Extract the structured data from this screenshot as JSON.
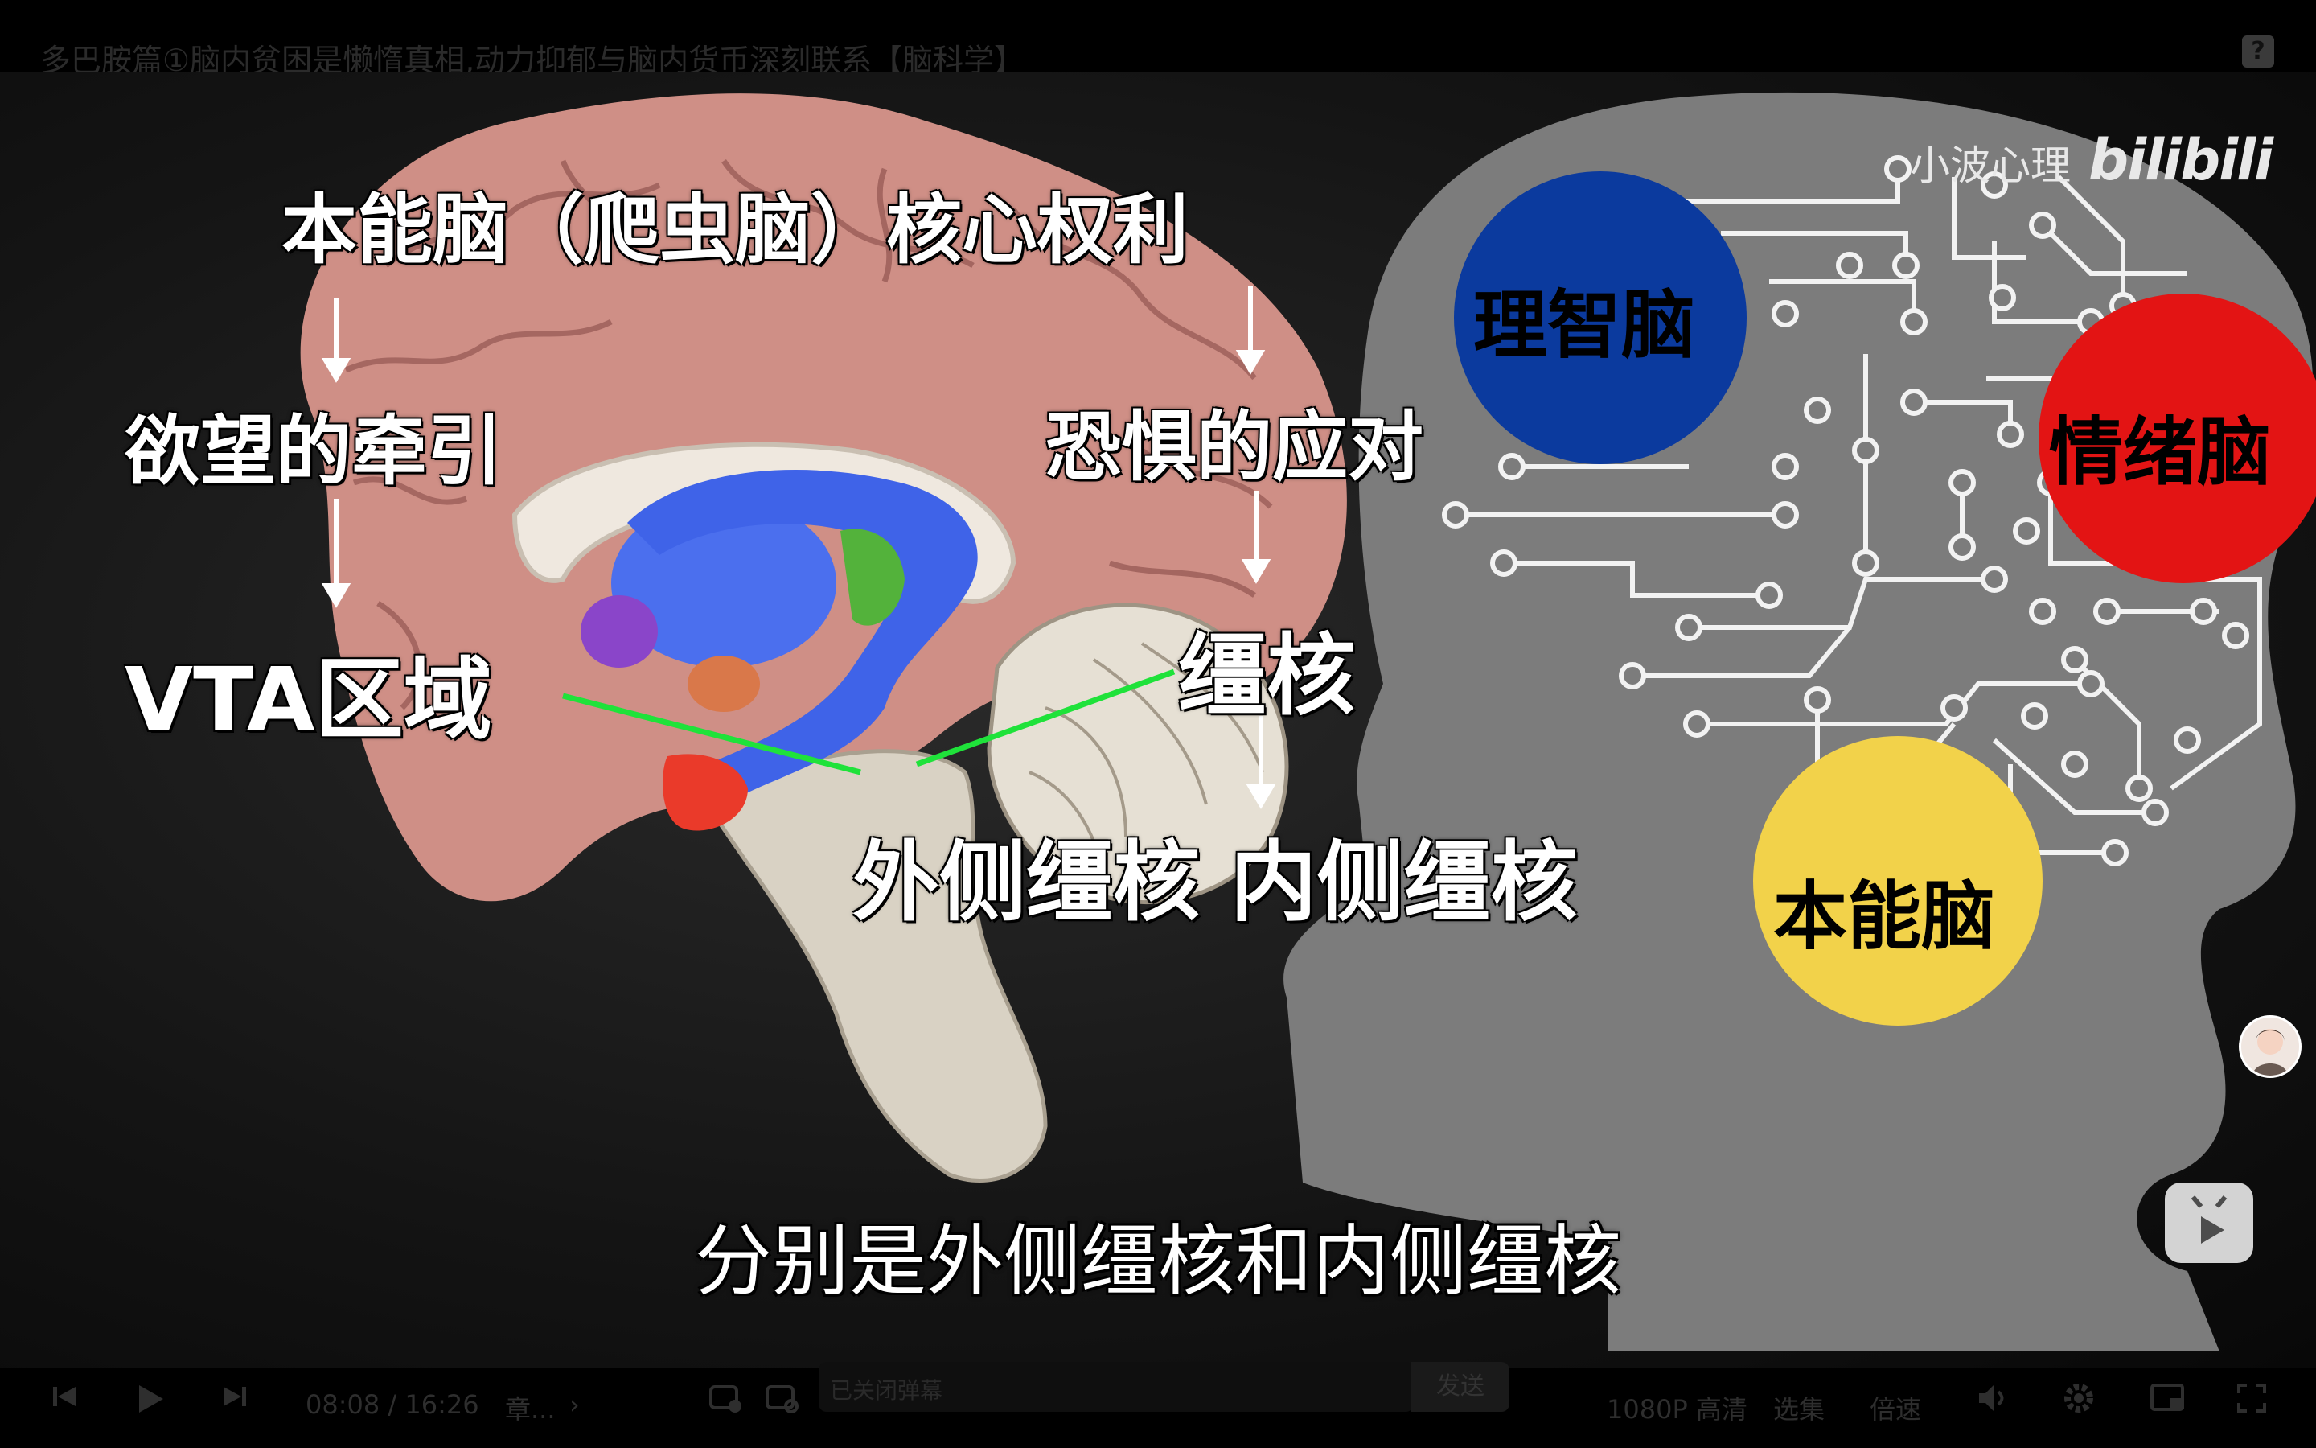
{
  "window": {
    "title": "多巴胺篇①脑内贫困是懒惰真相,动力抑郁与脑内货币深刻联系【脑科学】",
    "help_label": "?"
  },
  "video": {
    "labels": {
      "instinct_core": "本能脑（爬虫脑）核心权利",
      "desire": "欲望的牵引",
      "vta": "VTA区域",
      "fear": "恐惧的应对",
      "habenula": "缰核",
      "lateral_medial": "外侧缰核 内侧缰核"
    },
    "circles": {
      "rational": {
        "label": "理智脑",
        "color": "#0b3a9e"
      },
      "emotional": {
        "label": "情绪脑",
        "color": "#e31414"
      },
      "instinct": {
        "label": "本能脑",
        "color": "#f2d24a"
      }
    },
    "watermark": {
      "channel": "小波心理",
      "logo": "bilibili"
    },
    "subtitle": "分别是外侧缰核和内侧缰核"
  },
  "player": {
    "current_time": "08:08",
    "separator": "/",
    "duration": "16:26",
    "chapter": "章...",
    "danmaku_placeholder": "已关闭弹幕",
    "send_label": "发送",
    "quality": "1080P 高清",
    "episodes": "选集",
    "speed": "倍速"
  }
}
